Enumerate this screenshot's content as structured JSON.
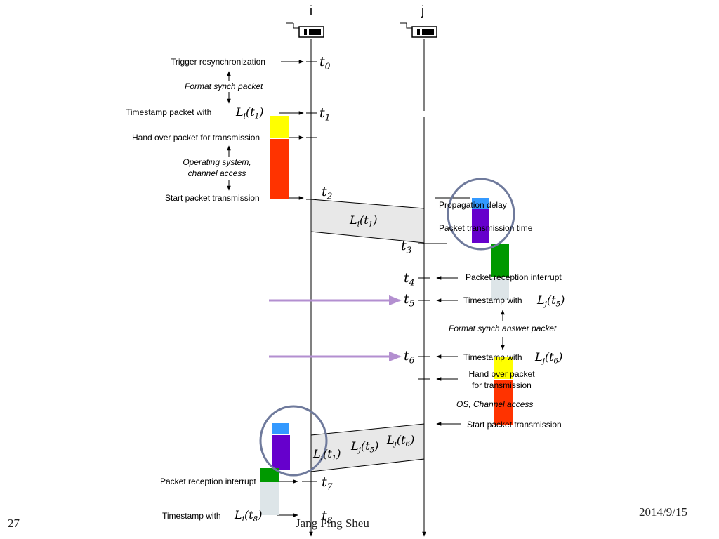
{
  "nodes": {
    "i": "i",
    "j": "j"
  },
  "left_labels": {
    "trigger": "Trigger resynchronization",
    "format": "Format synch packet",
    "timestamp": "Timestamp packet with",
    "handover": "Hand over packet for transmission",
    "os_line1": "Operating system,",
    "os_line2": "channel access",
    "start": "Start packet transmission",
    "reception": "Packet reception interrupt",
    "timestamp_end": "Timestamp with"
  },
  "right_labels": {
    "propagation": "Propagation delay",
    "transmission_time": "Packet transmission time",
    "reception": "Packet reception interrupt",
    "timestamp5": "Timestamp with",
    "format_answer": "Format synch answer packet",
    "timestamp6": "Timestamp with",
    "handover_line1": "Hand over packet",
    "handover_line2": "for transmission",
    "os": "OS, Channel access",
    "start": "Start packet transmission"
  },
  "time_labels": {
    "t0": {
      "base": "t",
      "sub": "0"
    },
    "t1": {
      "base": "t",
      "sub": "1"
    },
    "t2": {
      "base": "t",
      "sub": "2"
    },
    "t3": {
      "base": "t",
      "sub": "3"
    },
    "t4": {
      "base": "t",
      "sub": "4"
    },
    "t5": {
      "base": "t",
      "sub": "5"
    },
    "t6": {
      "base": "t",
      "sub": "6"
    },
    "t7": {
      "base": "t",
      "sub": "7"
    },
    "t8": {
      "base": "t",
      "sub": "8"
    }
  },
  "formulas": {
    "li_t1": {
      "f": "L",
      "fs": "i",
      "a": "t",
      "as": "1"
    },
    "li_t1_packet": {
      "f": "L",
      "fs": "i",
      "a": "t",
      "as": "1"
    },
    "lj_t5": {
      "f": "L",
      "fs": "j",
      "a": "t",
      "as": "5"
    },
    "lj_t6": {
      "f": "L",
      "fs": "j",
      "a": "t",
      "as": "6"
    },
    "ans_li_t1": {
      "f": "L",
      "fs": "i",
      "a": "t",
      "as": "1"
    },
    "ans_lj_t5": {
      "f": "L",
      "fs": "j",
      "a": "t",
      "as": "5"
    },
    "ans_lj_t6": {
      "f": "L",
      "fs": "j",
      "a": "t",
      "as": "6"
    },
    "li_t8": {
      "f": "L",
      "fs": "i",
      "a": "t",
      "as": "8"
    }
  },
  "colors": {
    "yellow": "#ffff00",
    "red": "#ff3300",
    "blue": "#3399ff",
    "purple": "#6600cc",
    "green": "#009900",
    "lightgray": "#dde5e8",
    "circle": "#6f7a9c",
    "arrow_purple": "#b38fd0",
    "packet_fill": "#e8e8e8"
  },
  "footer": {
    "page_number": "27",
    "author": "Jang Ping Sheu",
    "date": "2014/9/15"
  }
}
